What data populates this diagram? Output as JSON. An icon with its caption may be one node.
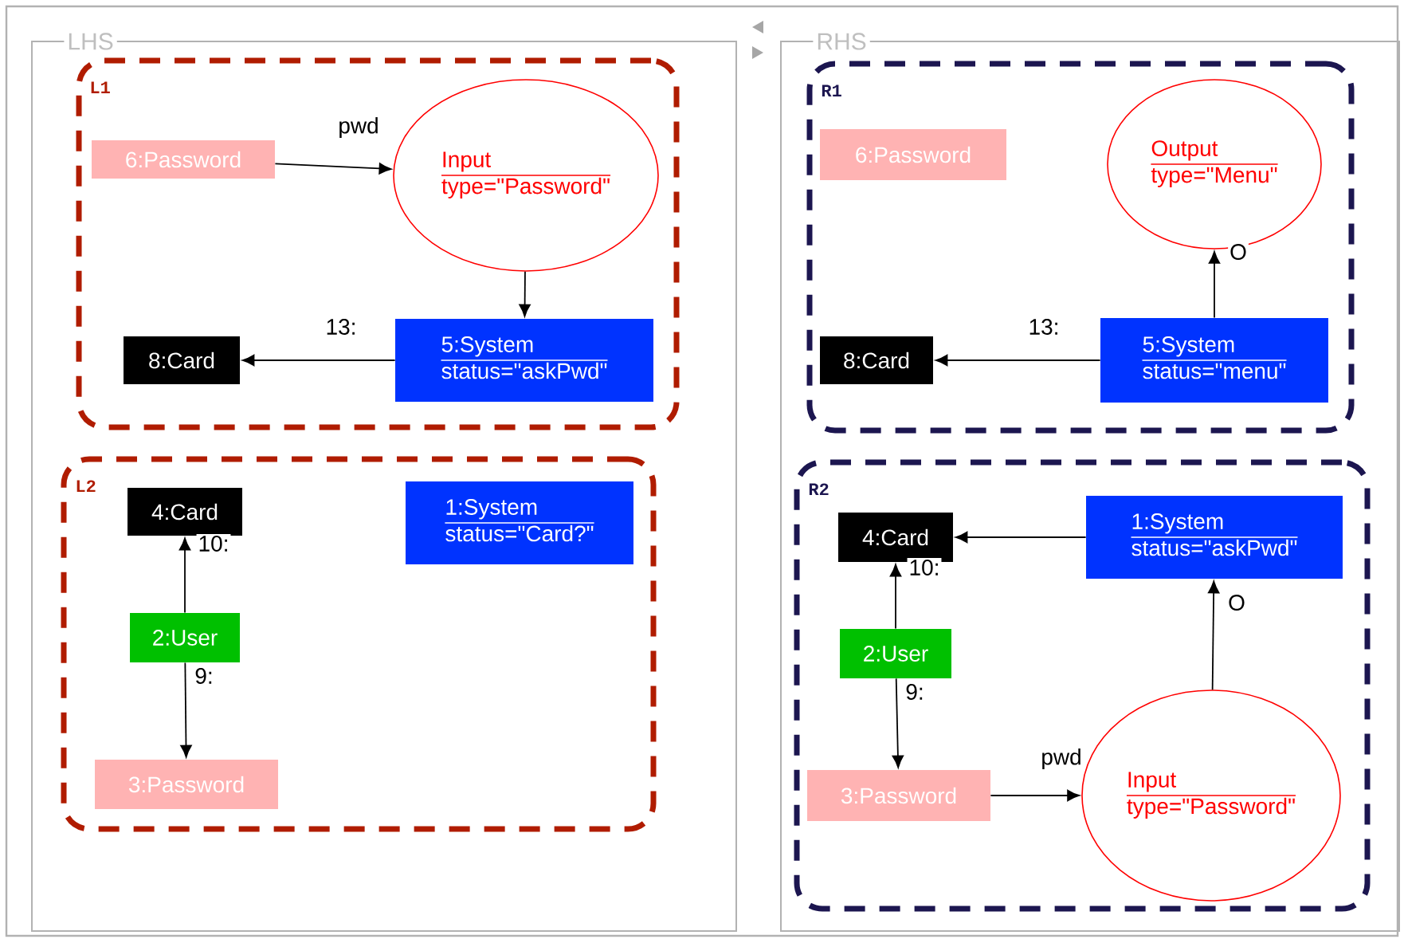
{
  "diagram": {
    "nodes": [
      {
        "text": [
          "LHS"
        ]
      },
      {
        "text": [
          "L1"
        ],
        "in": 0
      },
      {
        "text": [
          "6:Password"
        ],
        "in": 1
      },
      {
        "text": [
          "Input",
          "type=\"Password\""
        ],
        "in": 1
      },
      {
        "text": [
          "8:Card"
        ],
        "in": 1
      },
      {
        "text": [
          "5:System",
          "status=\"askPwd\""
        ],
        "in": 1
      },
      {
        "text": [
          "L2"
        ],
        "in": 0
      },
      {
        "text": [
          "4:Card"
        ],
        "in": 6
      },
      {
        "text": [
          "1:System",
          "status=\"Card?\""
        ],
        "in": 6
      },
      {
        "text": [
          "2:User"
        ],
        "in": 6
      },
      {
        "text": [
          "3:Password"
        ],
        "in": 6
      },
      {
        "text": [
          "RHS"
        ]
      },
      {
        "text": [
          "R1"
        ],
        "in": 11
      },
      {
        "text": [
          "6:Password"
        ],
        "in": 12
      },
      {
        "text": [
          "Output",
          "type=\"Menu\""
        ],
        "in": 12
      },
      {
        "text": [
          "8:Card"
        ],
        "in": 12
      },
      {
        "text": [
          "5:System",
          "status=\"menu\""
        ],
        "in": 12
      },
      {
        "text": [
          "R2"
        ],
        "in": 11
      },
      {
        "text": [
          "4:Card"
        ],
        "in": 17
      },
      {
        "text": [
          "1:System",
          "status=\"askPwd\""
        ],
        "in": 17
      },
      {
        "text": [
          "2:User"
        ],
        "in": 17
      },
      {
        "text": [
          "3:Password"
        ],
        "in": 17
      },
      {
        "text": [
          "Input",
          "type=\"Password\""
        ],
        "in": 17
      }
    ],
    "edges": [
      {
        "from": 2,
        "to": 3,
        "arrow": "to",
        "label": "pwd"
      },
      {
        "from": 3,
        "to": 5,
        "arrow": "to"
      },
      {
        "from": 5,
        "to": 4,
        "arrow": "to",
        "label": "13:"
      },
      {
        "from": 9,
        "to": 7,
        "arrow": "to",
        "label": "10:"
      },
      {
        "from": 9,
        "to": 10,
        "arrow": "to",
        "label": "9:"
      },
      {
        "from": 16,
        "to": 15,
        "arrow": "to",
        "label": "13:"
      },
      {
        "from": 16,
        "to": 14,
        "arrow": "to",
        "label": "O"
      },
      {
        "from": 20,
        "to": 18,
        "arrow": "to",
        "label": "10:"
      },
      {
        "from": 20,
        "to": 21,
        "arrow": "to",
        "label": "9:"
      },
      {
        "from": 19,
        "to": 18,
        "arrow": "to"
      },
      {
        "from": 22,
        "to": 19,
        "arrow": "to",
        "label": "O"
      },
      {
        "from": 21,
        "to": 22,
        "arrow": "to",
        "label": "pwd"
      }
    ]
  }
}
